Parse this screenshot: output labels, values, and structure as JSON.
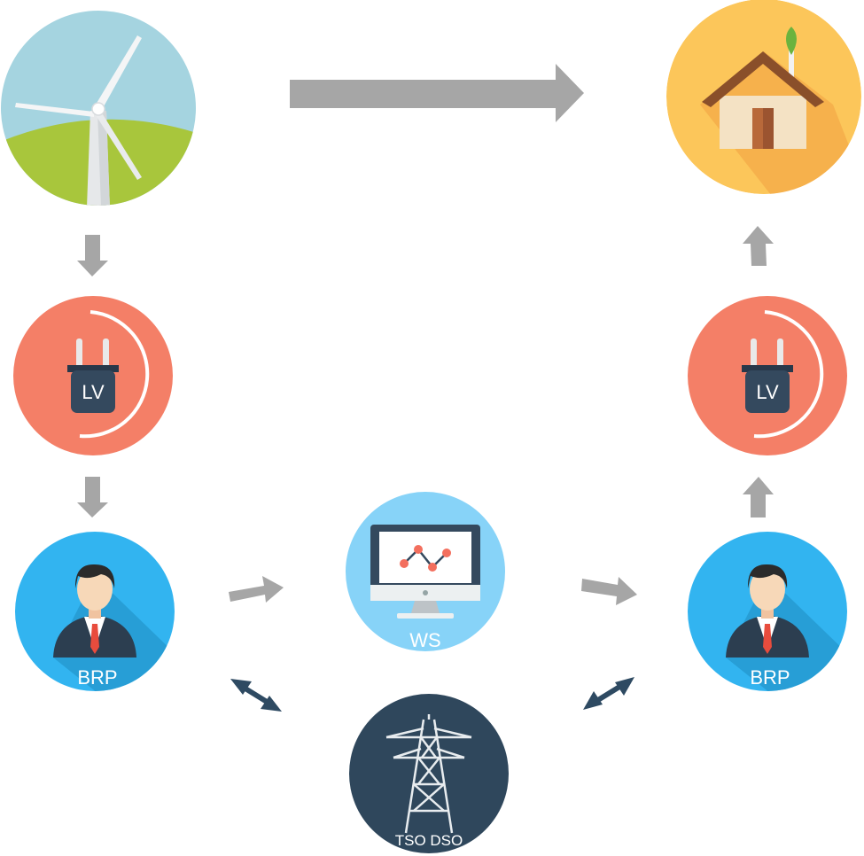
{
  "nodes": {
    "wind": {
      "icon": "wind-turbine-icon"
    },
    "house": {
      "icon": "house-icon"
    },
    "lv_left": {
      "icon": "plug-icon",
      "label": "LV"
    },
    "lv_right": {
      "icon": "plug-icon",
      "label": "LV"
    },
    "brp_left": {
      "icon": "person-icon",
      "label": "BRP"
    },
    "brp_right": {
      "icon": "person-icon",
      "label": "BRP"
    },
    "ws": {
      "icon": "monitor-chart-icon",
      "label": "WS"
    },
    "tso_dso": {
      "icon": "power-pylon-icon",
      "label": "TSO DSO"
    }
  },
  "colors": {
    "arrow_gray": "#a6a6a6",
    "arrow_navy": "#2e4a62",
    "lv_circle": "#f47f67",
    "brp_circle": "#32b4f0",
    "ws_circle": "#87d3f8",
    "tso_circle": "#2f475c",
    "house_circle": "#fcc65a",
    "wind_sky": "#a5d4e0",
    "wind_grass": "#a8c63c"
  }
}
